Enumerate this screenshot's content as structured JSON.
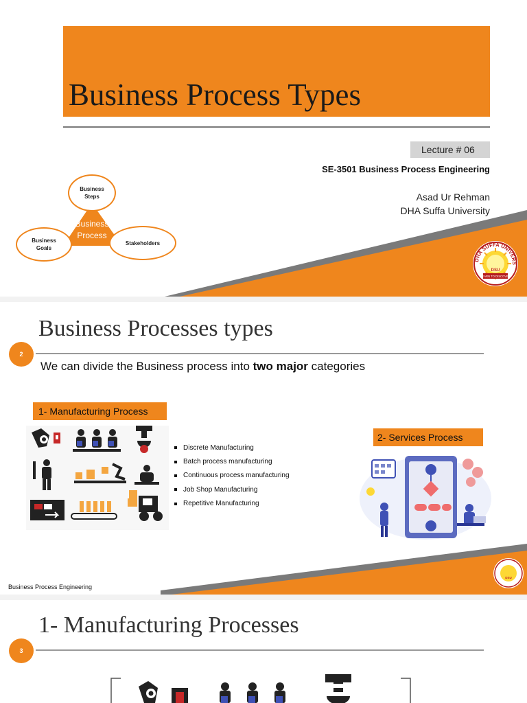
{
  "slide1": {
    "title": "Business Process Types",
    "lecture": "Lecture # 06",
    "course": "SE-3501  Business Process Engineering",
    "author_lines": [
      "Asad Ur Rehman",
      "DHA Suffa University"
    ],
    "diagram": {
      "center": "Business Process",
      "nodes": {
        "top": "Business Steps",
        "left": "Business Goals",
        "right": "Stakeholders"
      }
    },
    "logo": {
      "ring_text": "DHA SUFFA UNIVERSITY",
      "banner_text": "LEARN TO DISCOVER",
      "center_text": "DSU"
    }
  },
  "slide2": {
    "heading": "Business Processes  types",
    "number": "2",
    "intro": {
      "before": "We can divide the Business process into ",
      "bold": "two major",
      "after": " categories"
    },
    "manufacturing_label": "1- Manufacturing Process",
    "services_label": "2- Services Process",
    "bullets": [
      "Discrete Manufacturing",
      "Batch process manufacturing",
      "Continuous process manufacturing",
      "Job Shop Manufacturing",
      "Repetitive Manufacturing"
    ],
    "footer": "Business Process Engineering",
    "logo_text": "DSU"
  },
  "slide3": {
    "heading": "1- Manufacturing Processes",
    "number": "3"
  },
  "colors": {
    "accent": "#ef861d",
    "gray": "#7a7a7a",
    "blue": "#3f51b5",
    "icon_red": "#c62828"
  }
}
